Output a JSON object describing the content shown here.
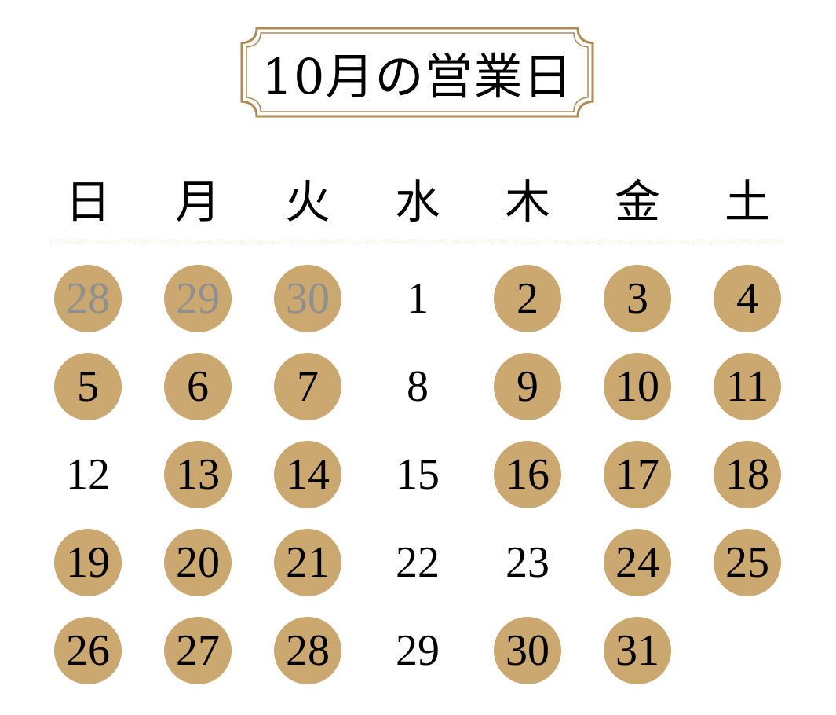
{
  "title": "10月の営業日",
  "colors": {
    "accent": "#caa870",
    "frame": "#b08a55",
    "muted_text": "#8f8f8f",
    "text": "#000000"
  },
  "weekdays": [
    "日",
    "月",
    "火",
    "水",
    "木",
    "金",
    "土"
  ],
  "weeks": [
    [
      {
        "day": "28",
        "open": true,
        "muted": true
      },
      {
        "day": "29",
        "open": true,
        "muted": true
      },
      {
        "day": "30",
        "open": true,
        "muted": true
      },
      {
        "day": "1",
        "open": false,
        "muted": false
      },
      {
        "day": "2",
        "open": true,
        "muted": false
      },
      {
        "day": "3",
        "open": true,
        "muted": false
      },
      {
        "day": "4",
        "open": true,
        "muted": false
      }
    ],
    [
      {
        "day": "5",
        "open": true,
        "muted": false
      },
      {
        "day": "6",
        "open": true,
        "muted": false
      },
      {
        "day": "7",
        "open": true,
        "muted": false
      },
      {
        "day": "8",
        "open": false,
        "muted": false
      },
      {
        "day": "9",
        "open": true,
        "muted": false
      },
      {
        "day": "10",
        "open": true,
        "muted": false
      },
      {
        "day": "11",
        "open": true,
        "muted": false
      }
    ],
    [
      {
        "day": "12",
        "open": false,
        "muted": false
      },
      {
        "day": "13",
        "open": true,
        "muted": false
      },
      {
        "day": "14",
        "open": true,
        "muted": false
      },
      {
        "day": "15",
        "open": false,
        "muted": false
      },
      {
        "day": "16",
        "open": true,
        "muted": false
      },
      {
        "day": "17",
        "open": true,
        "muted": false
      },
      {
        "day": "18",
        "open": true,
        "muted": false
      }
    ],
    [
      {
        "day": "19",
        "open": true,
        "muted": false
      },
      {
        "day": "20",
        "open": true,
        "muted": false
      },
      {
        "day": "21",
        "open": true,
        "muted": false
      },
      {
        "day": "22",
        "open": false,
        "muted": false
      },
      {
        "day": "23",
        "open": false,
        "muted": false
      },
      {
        "day": "24",
        "open": true,
        "muted": false
      },
      {
        "day": "25",
        "open": true,
        "muted": false
      }
    ],
    [
      {
        "day": "26",
        "open": true,
        "muted": false
      },
      {
        "day": "27",
        "open": true,
        "muted": false
      },
      {
        "day": "28",
        "open": true,
        "muted": false
      },
      {
        "day": "29",
        "open": false,
        "muted": false
      },
      {
        "day": "30",
        "open": true,
        "muted": false
      },
      {
        "day": "31",
        "open": true,
        "muted": false
      }
    ]
  ]
}
